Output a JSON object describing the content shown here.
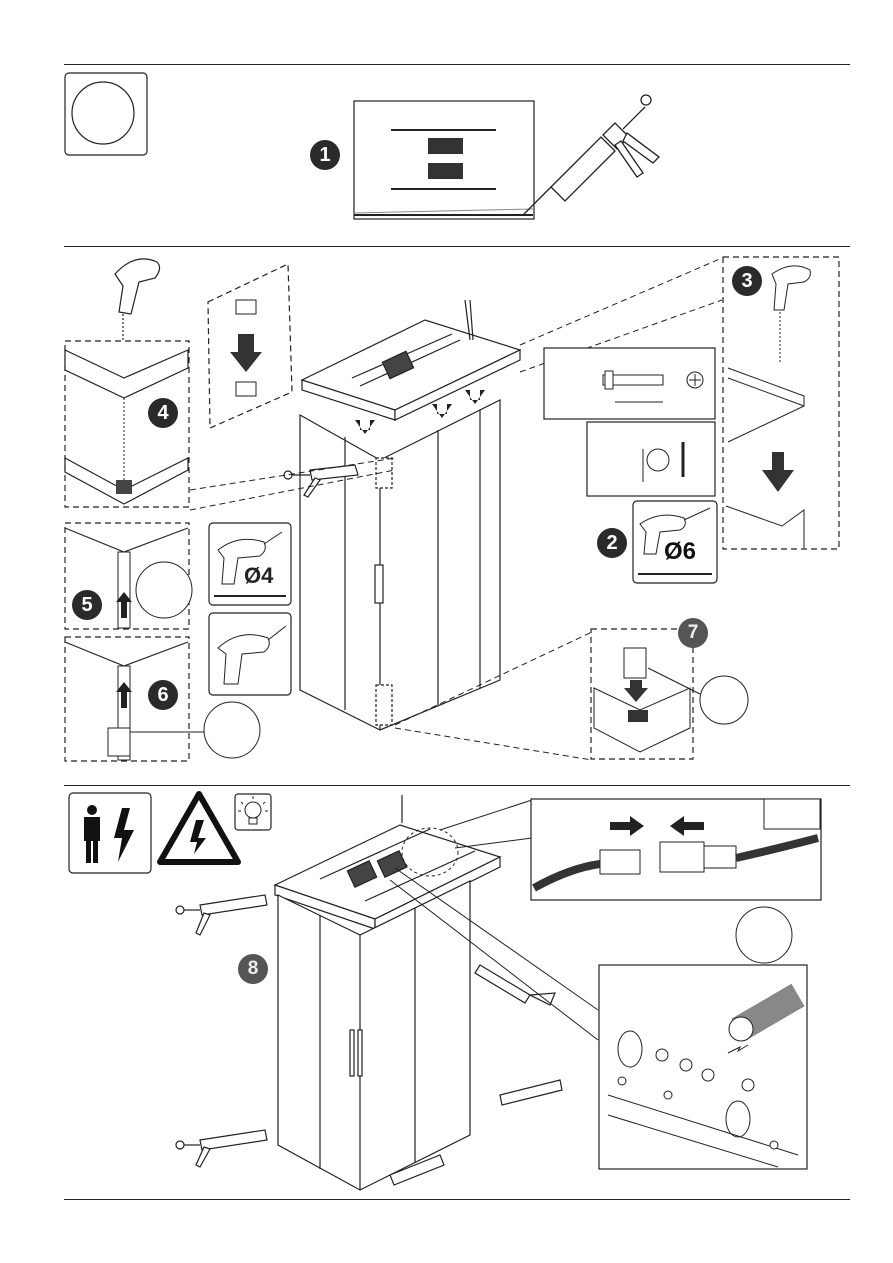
{
  "steps": {
    "s1": "1",
    "s2": "2",
    "s3": "3",
    "s4": "4",
    "s5": "5",
    "s6": "6",
    "s7": "7",
    "s8": "8"
  },
  "drill_labels": {
    "small": "Ø4",
    "large": "Ø6"
  },
  "icons": {
    "top_left": "circle-symbol-icon",
    "person": "person-icon",
    "electric": "electric-hazard-icon",
    "warning": "warning-triangle-icon",
    "bulb": "light-bulb-icon"
  }
}
